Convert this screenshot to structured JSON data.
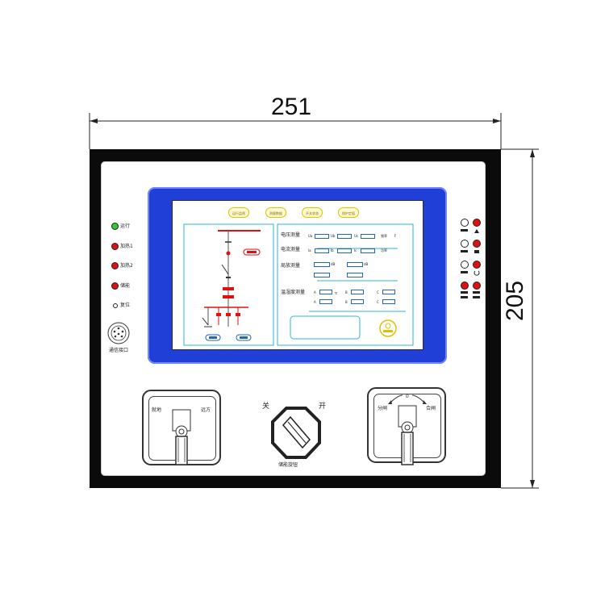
{
  "dimensions": {
    "width": "251",
    "height": "205"
  },
  "screen": {
    "tabs": [
      "运行监视",
      "测量数据",
      "开关状态",
      "保护定值"
    ],
    "measurements": {
      "row1_label": "电压测量",
      "row1_fields": [
        "Ua",
        "Ub",
        "Uc",
        "频率"
      ],
      "row1_unit": "F",
      "row2_label": "电流测量",
      "row2_fields": [
        "Ia",
        "Ib",
        "Ic",
        "功率"
      ],
      "row3_label": "局放测量",
      "row3_fields": [
        "dB",
        "dB"
      ],
      "temp_label": "温湿度测量",
      "temp_fields": [
        "A",
        "B",
        "C",
        "A",
        "B",
        "C"
      ],
      "temp_unit": "℃"
    }
  },
  "left_indicators": [
    {
      "label": "运行",
      "color": "#2ecc2e"
    },
    {
      "label": "加热1",
      "color": "#e01010"
    },
    {
      "label": "加热2",
      "color": "#e01010"
    },
    {
      "label": "储能",
      "color": "#e01010"
    },
    {
      "label": "复位",
      "color": "#ffffff"
    }
  ],
  "comm_port_label": "通信接口",
  "left_switch": {
    "left_label": "就地",
    "right_label": "远方"
  },
  "center_switch": {
    "left_label": "关",
    "right_label": "开",
    "caption": "储能旋钮"
  },
  "right_switch": {
    "left_label": "分闸",
    "right_label": "合闸",
    "top_label": "0"
  },
  "colors": {
    "panel_blue": "#1f3fd6",
    "led_red": "#e01010",
    "led_green": "#2ecc2e",
    "busbar_red": "#e01010"
  }
}
